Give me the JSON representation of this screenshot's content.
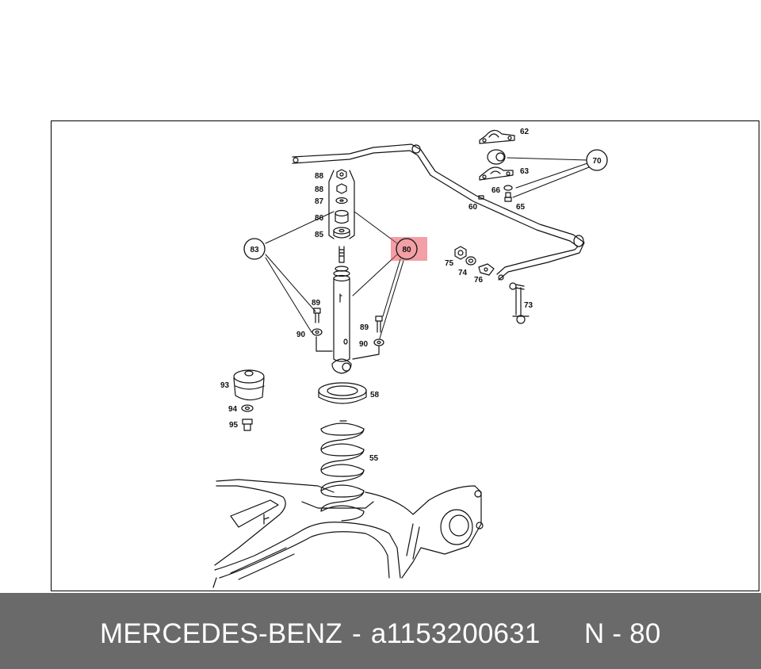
{
  "diagram": {
    "labels": {
      "p62": "62",
      "p63": "63",
      "p66": "66",
      "p65": "65",
      "p60": "60",
      "p88a": "88",
      "p88b": "88",
      "p87": "87",
      "p86": "86",
      "p85": "85",
      "p75": "75",
      "p74": "74",
      "p76": "76",
      "p73": "73",
      "p89a": "89",
      "p90a": "90",
      "p89b": "89",
      "p90b": "90",
      "p93": "93",
      "p94": "94",
      "p95": "95",
      "p58": "58",
      "p55": "55"
    },
    "callouts": {
      "c70": "70",
      "c83": "83",
      "c80": "80"
    },
    "highlight_color": "#e8505b"
  },
  "footer": {
    "brand": "MERCEDES-BENZ",
    "separator": "-",
    "part_number": "a1153200631",
    "ref": "N - 80"
  }
}
